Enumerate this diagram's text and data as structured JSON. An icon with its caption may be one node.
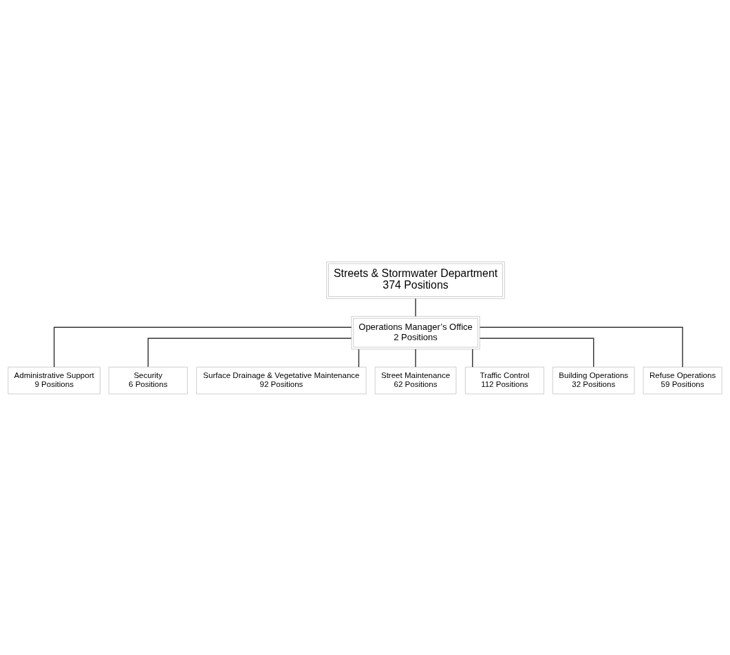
{
  "diagram": {
    "nodes": [
      {
        "text": [
          "Streets & Stormwater Department",
          "374 Positions"
        ]
      },
      {
        "text": [
          "Operations Manager’s Office",
          "2 Positions"
        ]
      },
      {
        "text": [
          "Administrative Support",
          "9 Positions"
        ]
      },
      {
        "text": [
          "Security",
          "6 Positions"
        ]
      },
      {
        "text": [
          "Surface Drainage & Vegetative Maintenance",
          "92 Positions"
        ]
      },
      {
        "text": [
          "Street Maintenance",
          "62 Positions"
        ]
      },
      {
        "text": [
          "Traffic Control",
          "112 Positions"
        ]
      },
      {
        "text": [
          "Building Operations",
          "32 Positions"
        ]
      },
      {
        "text": [
          "Refuse Operations",
          "59 Positions"
        ]
      }
    ],
    "edges": [
      {
        "from": 0,
        "to": 1,
        "arrow": "none"
      },
      {
        "from": 1,
        "to": 2,
        "arrow": "none"
      },
      {
        "from": 1,
        "to": 3,
        "arrow": "none"
      },
      {
        "from": 1,
        "to": 4,
        "arrow": "none"
      },
      {
        "from": 1,
        "to": 5,
        "arrow": "none"
      },
      {
        "from": 1,
        "to": 6,
        "arrow": "none"
      },
      {
        "from": 1,
        "to": 7,
        "arrow": "none"
      },
      {
        "from": 1,
        "to": 8,
        "arrow": "none"
      }
    ]
  }
}
